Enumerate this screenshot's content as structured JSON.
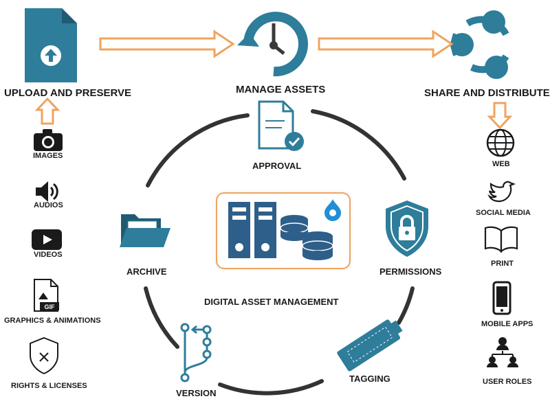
{
  "colors": {
    "teal": "#2e7d9a",
    "orange": "#f0a35e",
    "dark": "#3a3a3a",
    "ring": "#333333"
  },
  "top": {
    "upload": "UPLOAD AND PRESERVE",
    "manage": "MANAGE ASSETS",
    "share": "SHARE AND DISTRIBUTE"
  },
  "left_items": [
    {
      "label": "IMAGES",
      "icon": "camera-icon"
    },
    {
      "label": "AUDIOS",
      "icon": "speaker-icon"
    },
    {
      "label": "VIDEOS",
      "icon": "play-icon"
    },
    {
      "label": "GRAPHICS & ANIMATIONS",
      "icon": "gif-file-icon",
      "icon_text": "GIF"
    },
    {
      "label": "RIGHTS & LICENSES",
      "icon": "shield-icon"
    }
  ],
  "right_items": [
    {
      "label": "WEB",
      "icon": "globe-icon"
    },
    {
      "label": "SOCIAL MEDIA",
      "icon": "bird-icon"
    },
    {
      "label": "PRINT",
      "icon": "book-icon"
    },
    {
      "label": "MOBILE APPS",
      "icon": "phone-icon"
    },
    {
      "label": "USER ROLES",
      "icon": "user-roles-icon"
    }
  ],
  "cycle": {
    "approval": "APPROVAL",
    "permissions": "PERMISSIONS",
    "tagging": "TAGGING",
    "version": "VERSION",
    "archive": "ARCHIVE",
    "center": "DIGITAL ASSET MANAGEMENT"
  }
}
